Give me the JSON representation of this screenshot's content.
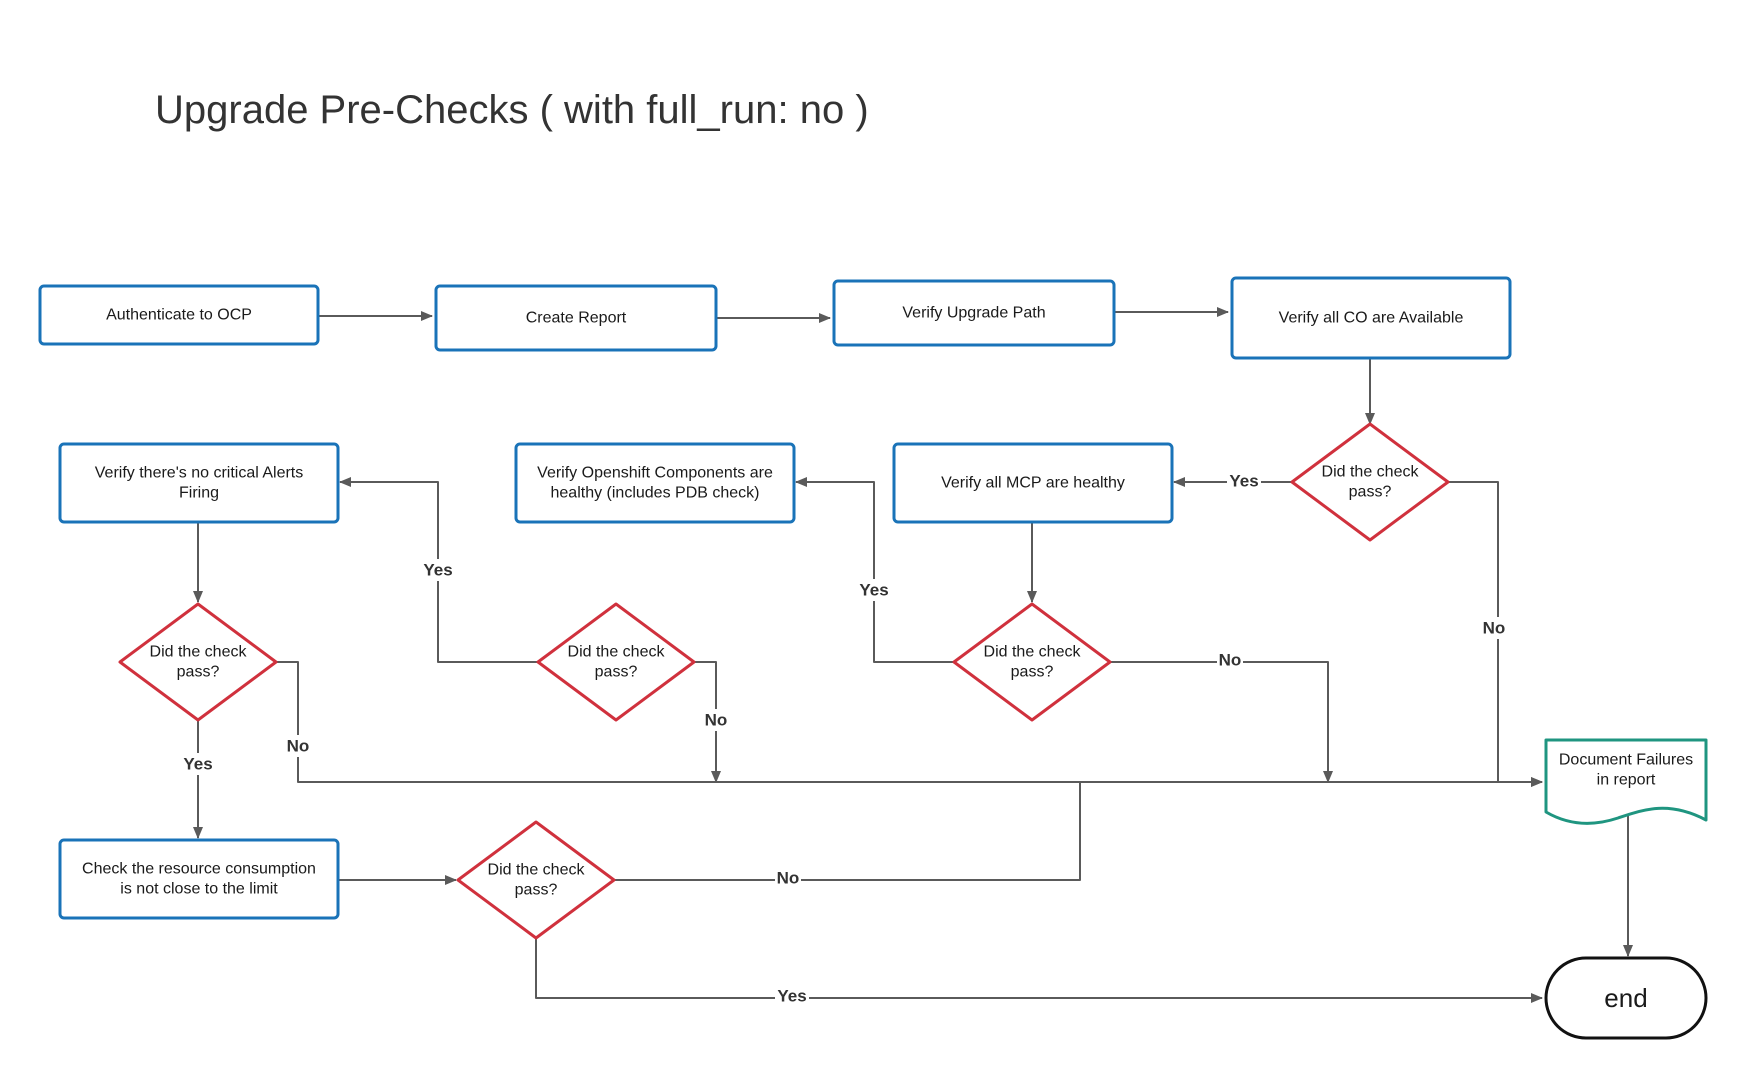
{
  "title": "Upgrade Pre-Checks ( with full_run: no )",
  "colors": {
    "process_border": "#1a73b8",
    "decision_border": "#d0313d",
    "document_border": "#1f9580",
    "terminal_border": "#111111",
    "connector": "#5a5a5a"
  },
  "nodes": {
    "auth": {
      "lines": [
        "Authenticate to OCP"
      ]
    },
    "report": {
      "lines": [
        "Create Report"
      ]
    },
    "upgrade_path": {
      "lines": [
        "Verify Upgrade Path"
      ]
    },
    "co_available": {
      "lines": [
        "Verify all  CO are Available"
      ]
    },
    "d_co": {
      "lines": [
        "Did the check",
        "pass?"
      ]
    },
    "mcp": {
      "lines": [
        "Verify all MCP are healthy"
      ]
    },
    "d_mcp": {
      "lines": [
        "Did the check",
        "pass?"
      ]
    },
    "components": {
      "lines": [
        "Verify Openshift Components are",
        "healthy (includes PDB check)"
      ]
    },
    "d_components": {
      "lines": [
        "Did the check",
        "pass?"
      ]
    },
    "alerts": {
      "lines": [
        "Verify there's no critical Alerts",
        "Firing"
      ]
    },
    "d_alerts": {
      "lines": [
        "Did the check",
        "pass?"
      ]
    },
    "resources": {
      "lines": [
        "Check the resource consumption",
        "is not close to the limit"
      ]
    },
    "d_resources": {
      "lines": [
        "Did the check",
        "pass?"
      ]
    },
    "failures": {
      "lines": [
        "Document Failures",
        "in report"
      ]
    },
    "end": {
      "lines": [
        "end"
      ]
    }
  },
  "edge_labels": {
    "yes": "Yes",
    "no": "No"
  }
}
